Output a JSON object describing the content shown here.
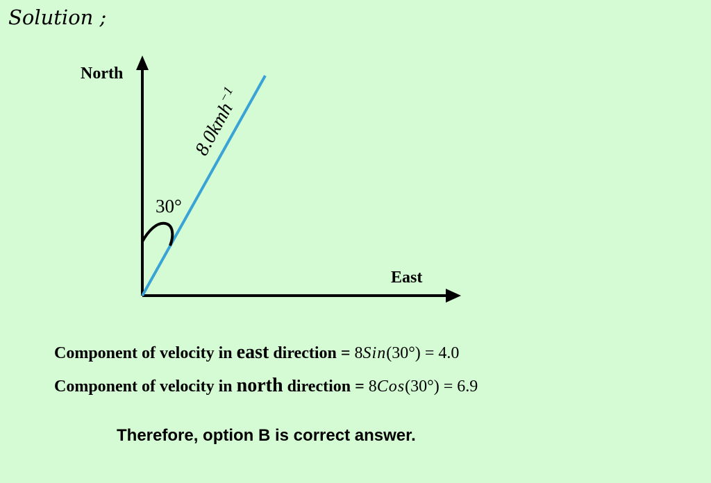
{
  "heading": "Solution ;",
  "diagram": {
    "north_label": "North",
    "east_label": "East",
    "angle_label": "30°",
    "speed_value": "8.0kmh",
    "speed_exponent": "−1"
  },
  "equations": {
    "east": {
      "prefix": "Component of velocity in",
      "keyword": "east",
      "suffix": "direction =",
      "coef": "8",
      "func": "Sin",
      "arg": "(30°)",
      "result": "= 4.0"
    },
    "north": {
      "prefix": "Component of velocity in",
      "keyword": "north",
      "suffix": "direction =",
      "coef": "8",
      "func": "Cos",
      "arg": "(30°)",
      "result": "= 6.9"
    }
  },
  "conclusion": "Therefore, option B is correct answer.",
  "colors": {
    "background": "#d4fbd3",
    "vector": "#3aa3d6",
    "axes": "#000000"
  }
}
